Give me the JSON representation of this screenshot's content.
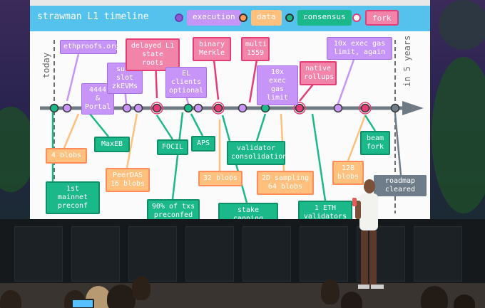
{
  "slide": {
    "title": "strawman L1 timeline",
    "today_label": "today",
    "future_label": "in 5 years"
  },
  "legend": [
    {
      "label": "execution",
      "kind": "exec"
    },
    {
      "label": "data",
      "kind": "data"
    },
    {
      "label": "consensus",
      "kind": "cons"
    },
    {
      "label": "fork",
      "kind": "fork"
    }
  ],
  "colors": {
    "execution": "#c794f7",
    "data": "#ffc07d",
    "consensus": "#1bb98a",
    "fork": "#e43c76",
    "axis": "#6f7a82",
    "title_bar": "#55c2ee"
  },
  "items_above": [
    {
      "label": "ethproofs.org",
      "kind": "exec"
    },
    {
      "label": "4444 &\nPortal",
      "kind": "exec"
    },
    {
      "label": "sub-slot\nzkEVMs",
      "kind": "exec"
    },
    {
      "label": "delayed L1\nstate roots",
      "kind": "fork"
    },
    {
      "label": "EL clients\noptional",
      "kind": "exec"
    },
    {
      "label": "binary\nMerkle",
      "kind": "fork"
    },
    {
      "label": "multi\n1559",
      "kind": "fork"
    },
    {
      "label": "10x exec\ngas limit",
      "kind": "exec"
    },
    {
      "label": "native\nrollups",
      "kind": "fork"
    },
    {
      "label": "10x exec gas\nlimit, again",
      "kind": "exec"
    }
  ],
  "items_below": [
    {
      "label": "4 blobs",
      "kind": "data"
    },
    {
      "label": "MaxEB",
      "kind": "cons"
    },
    {
      "label": "1st mainnet\npreconf",
      "kind": "cons"
    },
    {
      "label": "PeerDAS\n16 blobs",
      "kind": "data"
    },
    {
      "label": "FOCIL",
      "kind": "cons"
    },
    {
      "label": "APS",
      "kind": "cons"
    },
    {
      "label": "90% of txs\npreconfed",
      "kind": "cons"
    },
    {
      "label": "32 blobs",
      "kind": "data"
    },
    {
      "label": "validator\nconsolidation",
      "kind": "cons"
    },
    {
      "label": "stake capping",
      "kind": "cons"
    },
    {
      "label": "2D sampling\n64 blobs",
      "kind": "data"
    },
    {
      "label": "1 ETH\nvalidators",
      "kind": "cons"
    },
    {
      "label": "128\nblobs",
      "kind": "data"
    },
    {
      "label": "beam\nfork",
      "kind": "cons"
    },
    {
      "label": "roadmap\ncleared",
      "kind": "gray"
    }
  ]
}
